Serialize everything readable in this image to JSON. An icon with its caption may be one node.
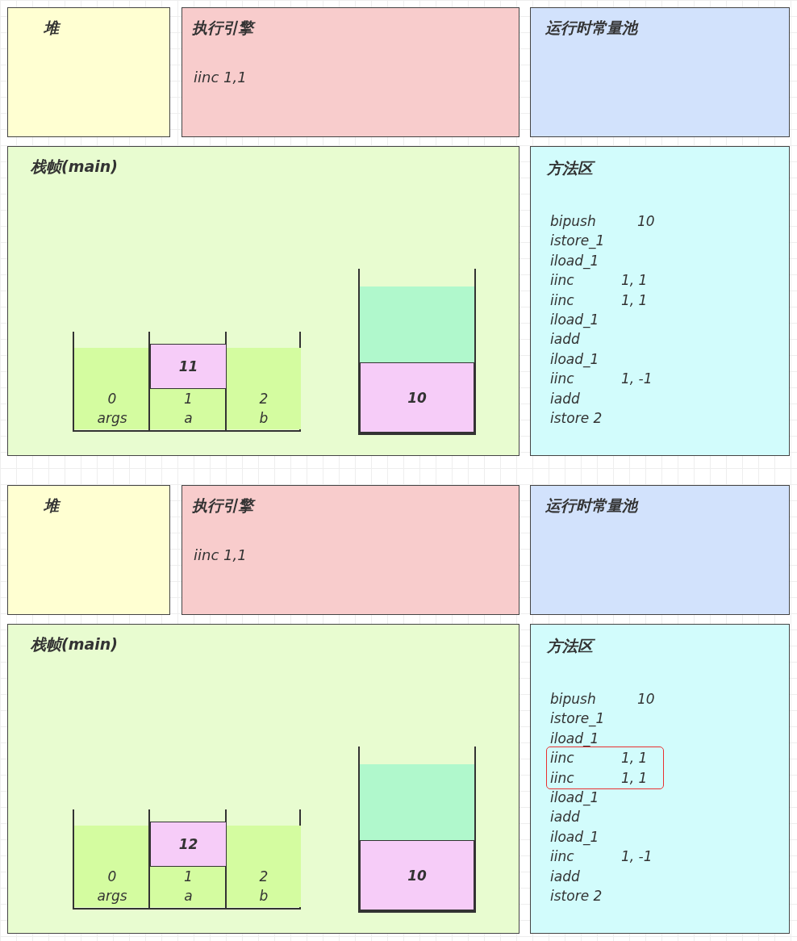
{
  "diagram": {
    "nodes": [
      {
        "text": [
          "堆"
        ]
      },
      {
        "text": [
          "执行引擎",
          "iinc 1,1"
        ]
      },
      {
        "text": [
          "运行时常量池"
        ]
      },
      {
        "text": [
          "栈帧(main)"
        ]
      },
      {
        "text": [],
        "shape": "box",
        "in": 3
      },
      {
        "text": [
          "0",
          "args"
        ],
        "in": 4
      },
      {
        "text": [
          "1",
          "a"
        ],
        "in": 4
      },
      {
        "text": [
          "2",
          "b"
        ],
        "in": 4
      },
      {
        "text": [
          "11"
        ],
        "in": 4
      },
      {
        "text": [],
        "shape": "box",
        "in": 3
      },
      {
        "text": [
          "10"
        ],
        "in": 9
      },
      {
        "text": [
          "方法区",
          "bipush 10",
          "istore_1",
          "iload_1",
          "iinc 1, 1",
          "iinc 1, 1",
          "iload_1",
          "iadd",
          "iload_1",
          "iinc 1, -1",
          "iadd",
          "istore 2"
        ]
      },
      {
        "text": [
          "堆"
        ]
      },
      {
        "text": [
          "执行引擎",
          "iinc 1,1"
        ]
      },
      {
        "text": [
          "运行时常量池"
        ]
      },
      {
        "text": [
          "栈帧(main)"
        ]
      },
      {
        "text": [],
        "shape": "box",
        "in": 15
      },
      {
        "text": [
          "0",
          "args"
        ],
        "in": 16
      },
      {
        "text": [
          "1",
          "a"
        ],
        "in": 16
      },
      {
        "text": [
          "2",
          "b"
        ],
        "in": 16
      },
      {
        "text": [
          "12"
        ],
        "in": 16
      },
      {
        "text": [],
        "shape": "box",
        "in": 15
      },
      {
        "text": [
          "10"
        ],
        "in": 21
      },
      {
        "text": [
          "方法区",
          "bipush 10",
          "istore_1",
          "iload_1",
          "iload_1",
          "iadd",
          "iload_1",
          "iinc 1, -1",
          "iadd",
          "istore 2"
        ]
      },
      {
        "text": [
          "iinc 1, 1",
          "iinc 1, 1"
        ],
        "in": 23
      }
    ],
    "edges": []
  }
}
